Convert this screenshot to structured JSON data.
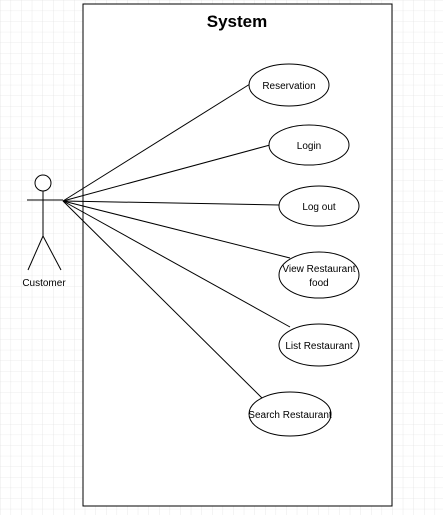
{
  "diagram": {
    "system_title": "System",
    "actor": {
      "name": "Customer"
    },
    "use_cases": [
      {
        "lines": [
          "Reservation"
        ]
      },
      {
        "lines": [
          "Login"
        ]
      },
      {
        "lines": [
          "Log out"
        ]
      },
      {
        "lines": [
          "View Restaurant",
          "food"
        ]
      },
      {
        "lines": [
          "List Restaurant"
        ]
      },
      {
        "lines": [
          "Search Restaurant"
        ]
      }
    ]
  }
}
